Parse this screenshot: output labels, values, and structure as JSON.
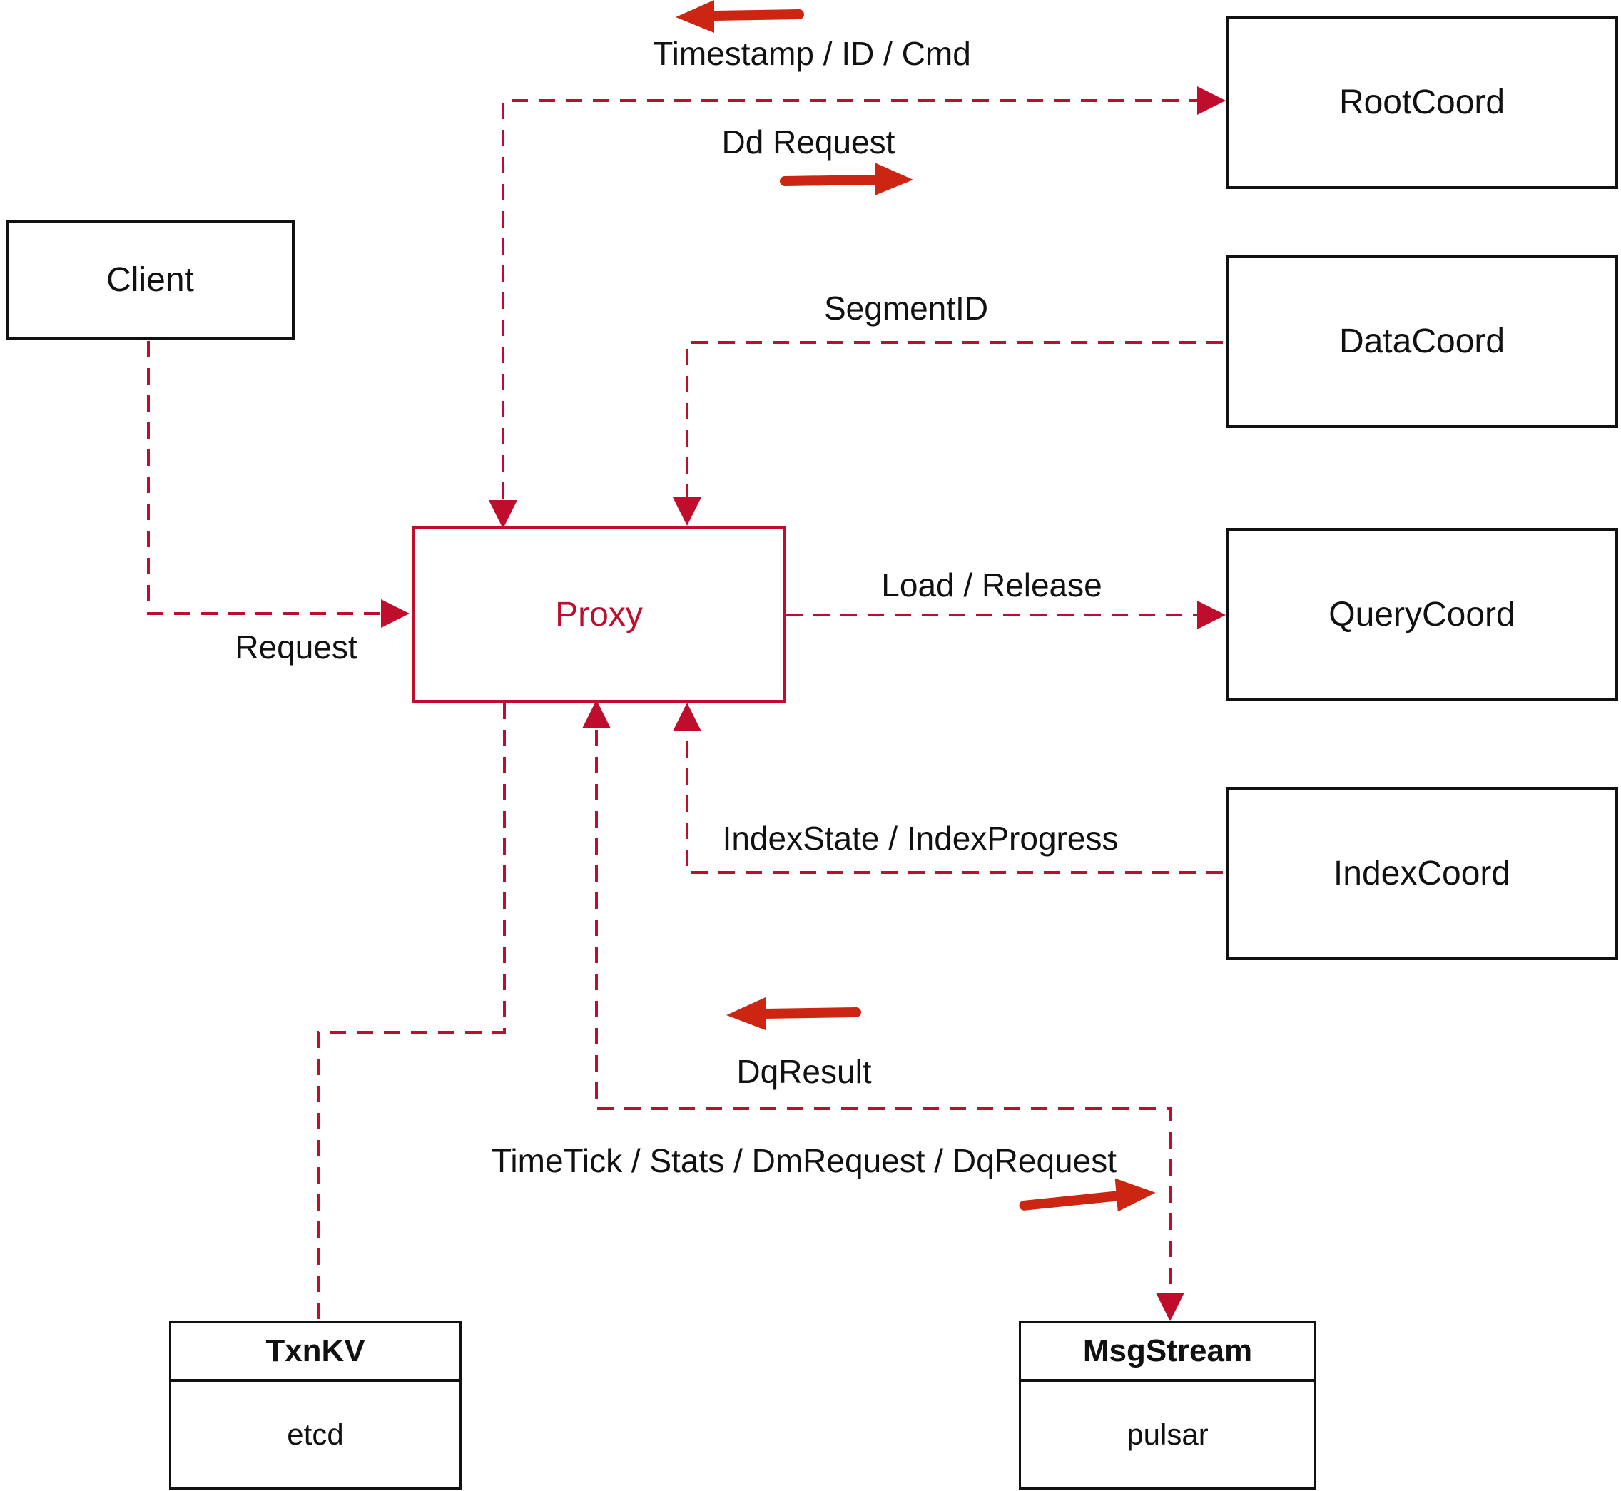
{
  "colors": {
    "connector": "#bf0d2e",
    "arrow": "#cc2612",
    "box_border": "#111111",
    "proxy": "#bf0d2e",
    "text": "#111111",
    "bg": "#ffffff"
  },
  "nodes": {
    "client": {
      "label": "Client"
    },
    "proxy": {
      "label": "Proxy"
    },
    "root_coord": {
      "label": "RootCoord"
    },
    "data_coord": {
      "label": "DataCoord"
    },
    "query_coord": {
      "label": "QueryCoord"
    },
    "index_coord": {
      "label": "IndexCoord"
    },
    "txn_kv": {
      "title": "TxnKV",
      "impl": "etcd"
    },
    "msg_stream": {
      "title": "MsgStream",
      "impl": "pulsar"
    }
  },
  "edge_labels": {
    "timestamp_id_cmd": "Timestamp / ID / Cmd",
    "dd_request": "Dd Request",
    "segment_id": "SegmentID",
    "request": "Request",
    "load_release": "Load / Release",
    "index_state": "IndexState / IndexProgress",
    "dq_result": "DqResult",
    "timetick_stats": "TimeTick / Stats / DmRequest / DqRequest"
  }
}
